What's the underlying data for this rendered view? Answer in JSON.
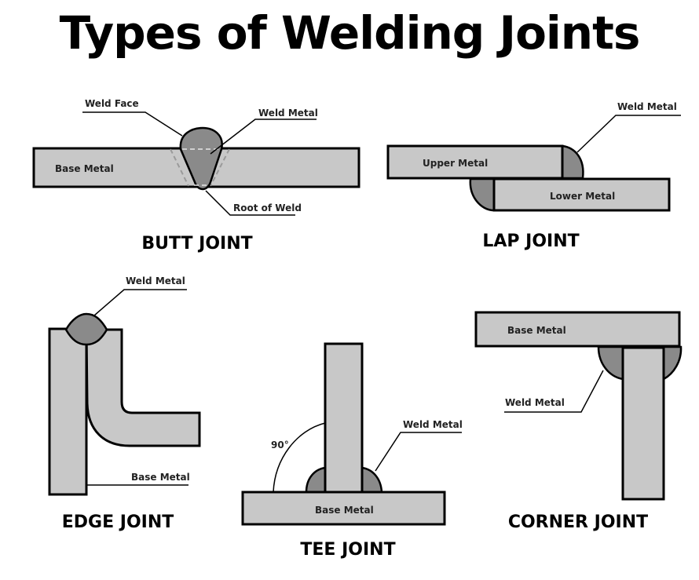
{
  "title": "Types of Welding Joints",
  "colors": {
    "base_metal": "#c8c8c8",
    "weld_metal": "#8a8a8a",
    "outline": "#000000",
    "background": "#ffffff"
  },
  "joints": {
    "butt": {
      "caption": "BUTT JOINT",
      "labels": {
        "weld_face": "Weld Face",
        "weld_metal": "Weld Metal",
        "base_metal": "Base Metal",
        "root": "Root of Weld"
      }
    },
    "lap": {
      "caption": "LAP JOINT",
      "labels": {
        "weld_metal": "Weld Metal",
        "upper_metal": "Upper Metal",
        "lower_metal": "Lower Metal"
      }
    },
    "edge": {
      "caption": "EDGE JOINT",
      "labels": {
        "weld_metal": "Weld Metal",
        "base_metal": "Base Metal"
      }
    },
    "tee": {
      "caption": "TEE JOINT",
      "labels": {
        "angle": "90°",
        "weld_metal": "Weld Metal",
        "base_metal": "Base Metal"
      }
    },
    "corner": {
      "caption": "CORNER JOINT",
      "labels": {
        "base_metal": "Base Metal",
        "weld_metal": "Weld Metal"
      }
    }
  }
}
